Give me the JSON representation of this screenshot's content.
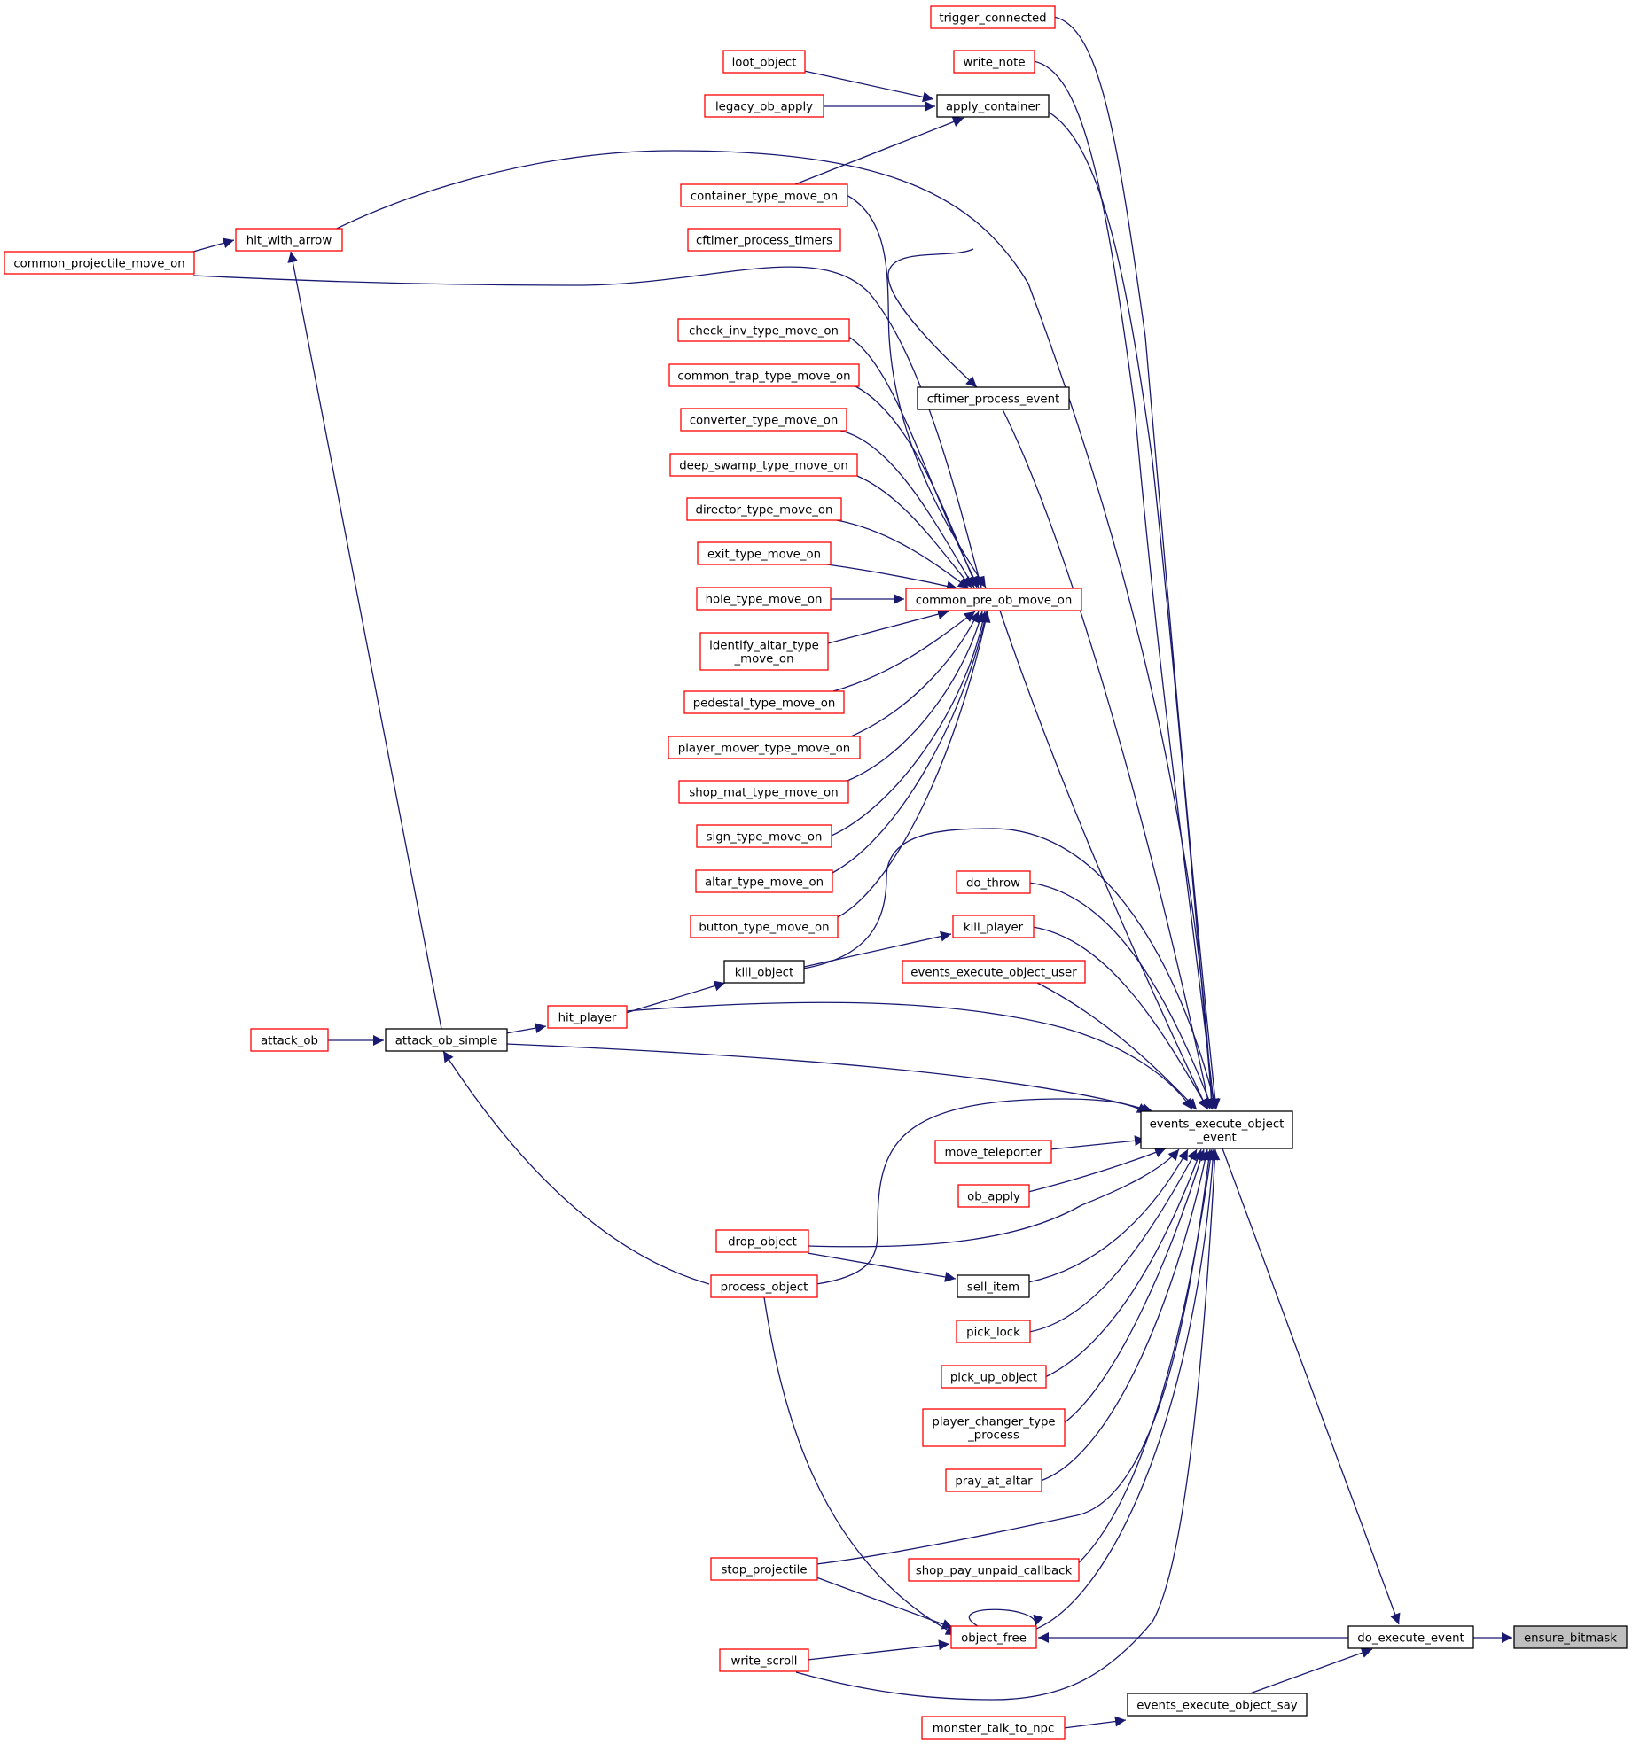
{
  "colors": {
    "edge": "#191970",
    "box_link": "#ff0000",
    "box_plain": "#000000",
    "box_root_fill": "#bfbfbf",
    "text": "#000000"
  },
  "nodes": {
    "trigger_connected": {
      "lines": [
        "trigger_connected"
      ],
      "style": "link"
    },
    "write_note": {
      "lines": [
        "write_note"
      ],
      "style": "link"
    },
    "loot_object": {
      "lines": [
        "loot_object"
      ],
      "style": "link"
    },
    "legacy_ob_apply": {
      "lines": [
        "legacy_ob_apply"
      ],
      "style": "link"
    },
    "apply_container": {
      "lines": [
        "apply_container"
      ],
      "style": "plain"
    },
    "container_type_move_on": {
      "lines": [
        "container_type_move_on"
      ],
      "style": "link"
    },
    "cftimer_process_timers": {
      "lines": [
        "cftimer_process_timers"
      ],
      "style": "link"
    },
    "hit_with_arrow": {
      "lines": [
        "hit_with_arrow"
      ],
      "style": "link"
    },
    "common_projectile_move_on": {
      "lines": [
        "common_projectile_move_on"
      ],
      "style": "link"
    },
    "check_inv_type_move_on": {
      "lines": [
        "check_inv_type_move_on"
      ],
      "style": "link"
    },
    "common_trap_type_move_on": {
      "lines": [
        "common_trap_type_move_on"
      ],
      "style": "link"
    },
    "cftimer_process_event": {
      "lines": [
        "cftimer_process_event"
      ],
      "style": "plain"
    },
    "converter_type_move_on": {
      "lines": [
        "converter_type_move_on"
      ],
      "style": "link"
    },
    "deep_swamp_type_move_on": {
      "lines": [
        "deep_swamp_type_move_on"
      ],
      "style": "link"
    },
    "director_type_move_on": {
      "lines": [
        "director_type_move_on"
      ],
      "style": "link"
    },
    "exit_type_move_on": {
      "lines": [
        "exit_type_move_on"
      ],
      "style": "link"
    },
    "hole_type_move_on": {
      "lines": [
        "hole_type_move_on"
      ],
      "style": "link"
    },
    "common_pre_ob_move_on": {
      "lines": [
        "common_pre_ob_move_on"
      ],
      "style": "link"
    },
    "identify_altar_type_move_on": {
      "lines": [
        "identify_altar_type",
        "_move_on"
      ],
      "style": "link"
    },
    "pedestal_type_move_on": {
      "lines": [
        "pedestal_type_move_on"
      ],
      "style": "link"
    },
    "player_mover_type_move_on": {
      "lines": [
        "player_mover_type_move_on"
      ],
      "style": "link"
    },
    "shop_mat_type_move_on": {
      "lines": [
        "shop_mat_type_move_on"
      ],
      "style": "link"
    },
    "sign_type_move_on": {
      "lines": [
        "sign_type_move_on"
      ],
      "style": "link"
    },
    "altar_type_move_on": {
      "lines": [
        "altar_type_move_on"
      ],
      "style": "link"
    },
    "do_throw": {
      "lines": [
        "do_throw"
      ],
      "style": "link"
    },
    "button_type_move_on": {
      "lines": [
        "button_type_move_on"
      ],
      "style": "link"
    },
    "kill_player": {
      "lines": [
        "kill_player"
      ],
      "style": "link"
    },
    "kill_object": {
      "lines": [
        "kill_object"
      ],
      "style": "plain"
    },
    "events_execute_object_user": {
      "lines": [
        "events_execute_object_user"
      ],
      "style": "link"
    },
    "hit_player": {
      "lines": [
        "hit_player"
      ],
      "style": "link"
    },
    "attack_ob": {
      "lines": [
        "attack_ob"
      ],
      "style": "link"
    },
    "attack_ob_simple": {
      "lines": [
        "attack_ob_simple"
      ],
      "style": "plain"
    },
    "events_execute_object_event": {
      "lines": [
        "events_execute_object",
        "_event"
      ],
      "style": "plain"
    },
    "move_teleporter": {
      "lines": [
        "move_teleporter"
      ],
      "style": "link"
    },
    "ob_apply": {
      "lines": [
        "ob_apply"
      ],
      "style": "link"
    },
    "drop_object": {
      "lines": [
        "drop_object"
      ],
      "style": "link"
    },
    "process_object": {
      "lines": [
        "process_object"
      ],
      "style": "link"
    },
    "sell_item": {
      "lines": [
        "sell_item"
      ],
      "style": "plain"
    },
    "pick_lock": {
      "lines": [
        "pick_lock"
      ],
      "style": "link"
    },
    "pick_up_object": {
      "lines": [
        "pick_up_object"
      ],
      "style": "link"
    },
    "player_changer_type_process": {
      "lines": [
        "player_changer_type",
        "_process"
      ],
      "style": "link"
    },
    "pray_at_altar": {
      "lines": [
        "pray_at_altar"
      ],
      "style": "link"
    },
    "stop_projectile": {
      "lines": [
        "stop_projectile"
      ],
      "style": "link"
    },
    "shop_pay_unpaid_callback": {
      "lines": [
        "shop_pay_unpaid_callback"
      ],
      "style": "link"
    },
    "object_free": {
      "lines": [
        "object_free"
      ],
      "style": "link"
    },
    "do_execute_event": {
      "lines": [
        "do_execute_event"
      ],
      "style": "plain"
    },
    "ensure_bitmask": {
      "lines": [
        "ensure_bitmask"
      ],
      "style": "root"
    },
    "write_scroll": {
      "lines": [
        "write_scroll"
      ],
      "style": "link"
    },
    "events_execute_object_say": {
      "lines": [
        "events_execute_object_say"
      ],
      "style": "plain"
    },
    "monster_talk_to_npc": {
      "lines": [
        "monster_talk_to_npc"
      ],
      "style": "link"
    }
  },
  "edges": [
    {
      "from": "trigger_connected",
      "to": "events_execute_object_event"
    },
    {
      "from": "write_note",
      "to": "events_execute_object_event"
    },
    {
      "from": "apply_container",
      "to": "events_execute_object_event"
    },
    {
      "from": "hit_with_arrow",
      "to": "events_execute_object_event"
    },
    {
      "from": "cftimer_process_event",
      "to": "events_execute_object_event"
    },
    {
      "from": "common_pre_ob_move_on",
      "to": "events_execute_object_event"
    },
    {
      "from": "kill_object",
      "to": "events_execute_object_event"
    },
    {
      "from": "do_throw",
      "to": "events_execute_object_event"
    },
    {
      "from": "kill_player",
      "to": "events_execute_object_event"
    },
    {
      "from": "events_execute_object_user",
      "to": "events_execute_object_event"
    },
    {
      "from": "hit_player",
      "to": "events_execute_object_event"
    },
    {
      "from": "attack_ob_simple",
      "to": "events_execute_object_event"
    },
    {
      "from": "process_object",
      "to": "events_execute_object_event"
    },
    {
      "from": "move_teleporter",
      "to": "events_execute_object_event"
    },
    {
      "from": "ob_apply",
      "to": "events_execute_object_event"
    },
    {
      "from": "drop_object",
      "to": "events_execute_object_event"
    },
    {
      "from": "sell_item",
      "to": "events_execute_object_event"
    },
    {
      "from": "pick_lock",
      "to": "events_execute_object_event"
    },
    {
      "from": "pick_up_object",
      "to": "events_execute_object_event"
    },
    {
      "from": "player_changer_type_process",
      "to": "events_execute_object_event"
    },
    {
      "from": "pray_at_altar",
      "to": "events_execute_object_event"
    },
    {
      "from": "stop_projectile",
      "to": "events_execute_object_event"
    },
    {
      "from": "shop_pay_unpaid_callback",
      "to": "events_execute_object_event"
    },
    {
      "from": "object_free",
      "to": "events_execute_object_event"
    },
    {
      "from": "write_scroll",
      "to": "events_execute_object_event"
    },
    {
      "from": "events_execute_object_event",
      "to": "do_execute_event"
    },
    {
      "from": "do_execute_event",
      "to": "ensure_bitmask"
    },
    {
      "from": "object_free",
      "to": "do_execute_event"
    },
    {
      "from": "object_free",
      "to": "object_free"
    },
    {
      "from": "events_execute_object_say",
      "to": "do_execute_event"
    },
    {
      "from": "monster_talk_to_npc",
      "to": "events_execute_object_say"
    },
    {
      "from": "loot_object",
      "to": "apply_container"
    },
    {
      "from": "legacy_ob_apply",
      "to": "apply_container"
    },
    {
      "from": "container_type_move_on",
      "to": "apply_container"
    },
    {
      "from": "cftimer_process_timers",
      "to": "cftimer_process_event"
    },
    {
      "from": "common_projectile_move_on",
      "to": "hit_with_arrow"
    },
    {
      "from": "attack_ob_simple",
      "to": "hit_with_arrow"
    },
    {
      "from": "container_type_move_on",
      "to": "common_pre_ob_move_on"
    },
    {
      "from": "common_projectile_move_on",
      "to": "common_pre_ob_move_on"
    },
    {
      "from": "check_inv_type_move_on",
      "to": "common_pre_ob_move_on"
    },
    {
      "from": "common_trap_type_move_on",
      "to": "common_pre_ob_move_on"
    },
    {
      "from": "converter_type_move_on",
      "to": "common_pre_ob_move_on"
    },
    {
      "from": "deep_swamp_type_move_on",
      "to": "common_pre_ob_move_on"
    },
    {
      "from": "director_type_move_on",
      "to": "common_pre_ob_move_on"
    },
    {
      "from": "exit_type_move_on",
      "to": "common_pre_ob_move_on"
    },
    {
      "from": "hole_type_move_on",
      "to": "common_pre_ob_move_on"
    },
    {
      "from": "identify_altar_type_move_on",
      "to": "common_pre_ob_move_on"
    },
    {
      "from": "pedestal_type_move_on",
      "to": "common_pre_ob_move_on"
    },
    {
      "from": "player_mover_type_move_on",
      "to": "common_pre_ob_move_on"
    },
    {
      "from": "shop_mat_type_move_on",
      "to": "common_pre_ob_move_on"
    },
    {
      "from": "sign_type_move_on",
      "to": "common_pre_ob_move_on"
    },
    {
      "from": "altar_type_move_on",
      "to": "common_pre_ob_move_on"
    },
    {
      "from": "button_type_move_on",
      "to": "common_pre_ob_move_on"
    },
    {
      "from": "kill_object",
      "to": "kill_player"
    },
    {
      "from": "hit_player",
      "to": "kill_object"
    },
    {
      "from": "attack_ob_simple",
      "to": "hit_player"
    },
    {
      "from": "attack_ob",
      "to": "attack_ob_simple"
    },
    {
      "from": "process_object",
      "to": "attack_ob_simple"
    },
    {
      "from": "drop_object",
      "to": "sell_item"
    },
    {
      "from": "process_object",
      "to": "sell_item"
    },
    {
      "from": "stop_projectile",
      "to": "object_free"
    },
    {
      "from": "process_object",
      "to": "object_free"
    },
    {
      "from": "write_scroll",
      "to": "object_free"
    }
  ]
}
